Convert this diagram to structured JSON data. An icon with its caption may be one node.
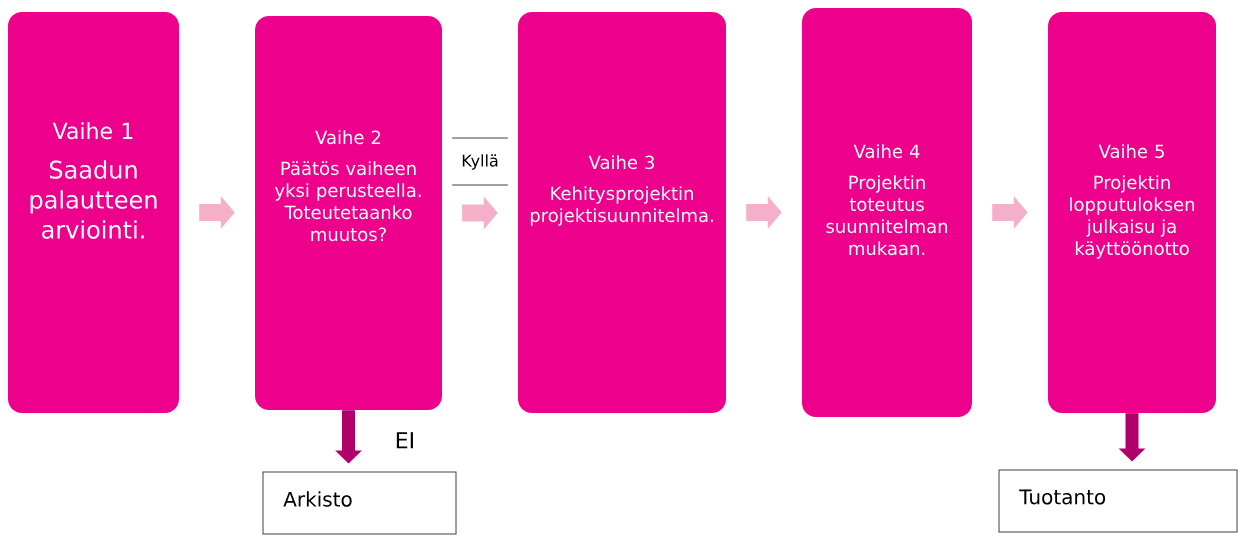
{
  "diagram": {
    "nodes": [
      {
        "text": [
          "Vaihe 1",
          "Saadun palautteen arviointi."
        ]
      },
      {
        "text": [
          "Vaihe 2",
          "Päätös vaiheen yksi perusteella. Toteutetaanko muutos?"
        ]
      },
      {
        "text": [
          "Vaihe 3",
          "Kehitysprojektin projektisuunnitelma."
        ]
      },
      {
        "text": [
          "Vaihe 4",
          "Projektin toteutus suunnitelman mukaan."
        ]
      },
      {
        "text": [
          "Vaihe 5",
          "Projektin lopputuloksen julkaisu ja käyttöönotto"
        ]
      },
      {
        "text": [
          "Arkisto"
        ]
      },
      {
        "text": [
          "Tuotanto"
        ]
      }
    ],
    "edges": [
      {
        "from": 0,
        "to": 1,
        "arrow": "to"
      },
      {
        "from": 1,
        "to": 2,
        "arrow": "to",
        "label": "Kyllä"
      },
      {
        "from": 2,
        "to": 3,
        "arrow": "to"
      },
      {
        "from": 3,
        "to": 4,
        "arrow": "to"
      },
      {
        "from": 1,
        "to": 5,
        "arrow": "to",
        "label": "EI",
        "color": "#b0006a"
      },
      {
        "from": 4,
        "to": 6,
        "arrow": "to",
        "color": "#b0006a"
      }
    ]
  }
}
